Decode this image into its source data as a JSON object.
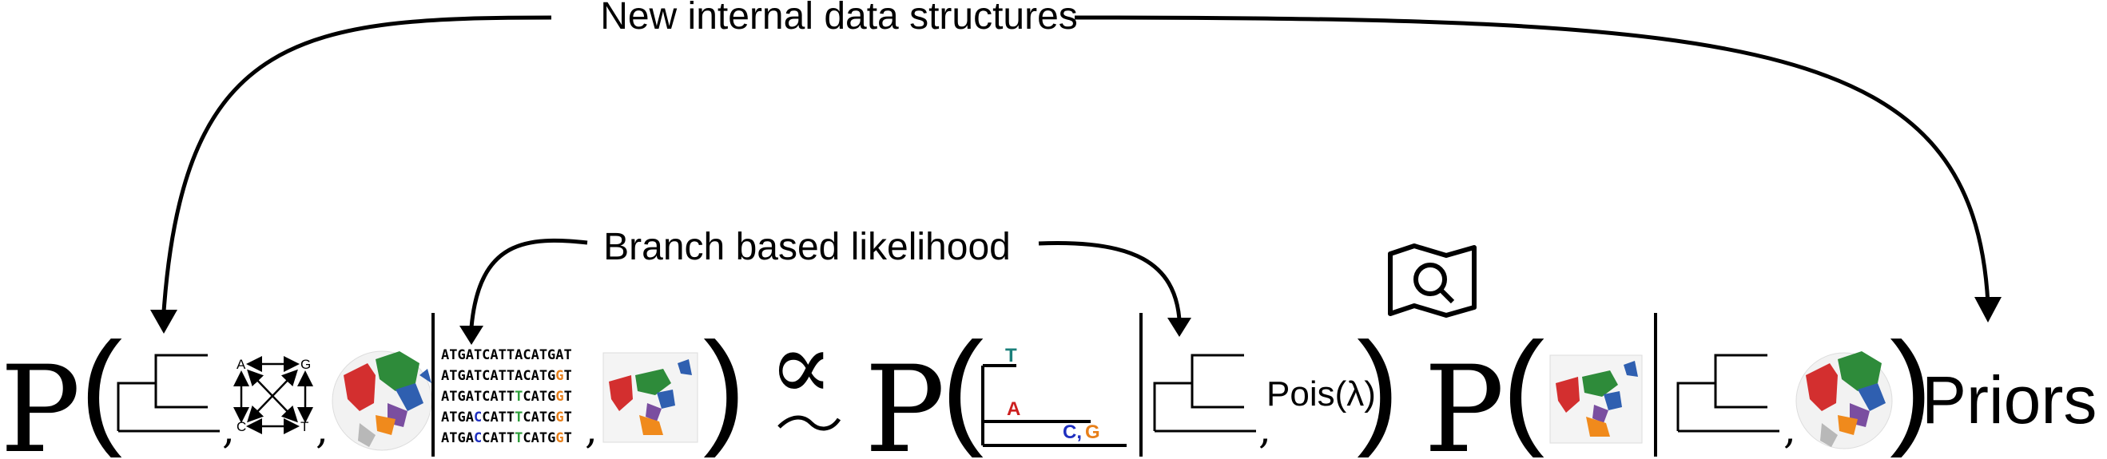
{
  "labels": {
    "top_annotation": "New internal data structures",
    "mid_annotation": "Branch based likelihood",
    "priors": "Priors",
    "pois": "Pois(λ)",
    "prob": "P",
    "proportional": "∝",
    "comma": ","
  },
  "nucleotides": {
    "a": "A",
    "g": "G",
    "c": "C",
    "t": "T"
  },
  "alignment": [
    "ATGATCATTACATGAT",
    "ATGATCATTACATGGT",
    "ATGATCATTTCATGGT",
    "ATGACCATTTCATGGT",
    "ATGACCATTTCATGGT"
  ],
  "branch_mutations": {
    "top": "T",
    "mid": "A",
    "bottom_1": "C",
    "bottom_sep": ",",
    "bottom_2": "G"
  },
  "colors": {
    "ink": "#000000",
    "teal": "#1a7f7a",
    "red": "#cc1f1f",
    "blue": "#1f2fbf",
    "orange": "#e8801a",
    "green": "#2e9e3a",
    "map_red": "#d32f2f",
    "map_green": "#2e8b3a",
    "map_blue": "#2f5fb0",
    "map_orange": "#f08a1c",
    "map_purple": "#7a4ea0"
  }
}
